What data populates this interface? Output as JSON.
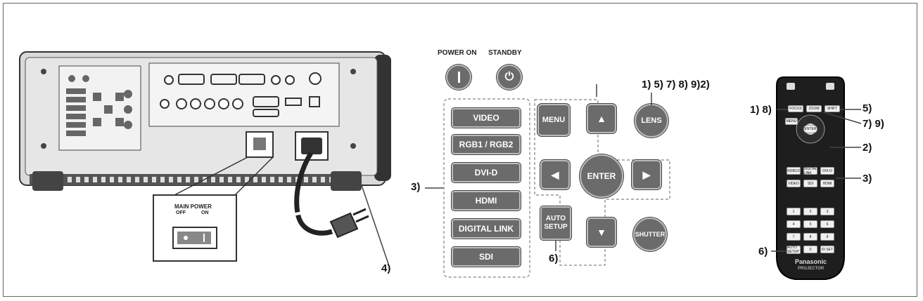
{
  "panel_buttons": {
    "power_on_label": "POWER ON",
    "standby_label": "STANDBY",
    "video": "VIDEO",
    "rgb": "RGB1 / RGB2",
    "dvid": "DVI-D",
    "hdmi": "HDMI",
    "digital_link": "DIGITAL LINK",
    "sdi": "SDI",
    "menu": "MENU",
    "enter": "ENTER",
    "lens": "LENS",
    "auto_setup": "AUTO\nSETUP",
    "shutter": "SHUTTER"
  },
  "main_power": {
    "title": "MAIN POWER",
    "off": "OFF",
    "on": "ON"
  },
  "callouts": {
    "c_lens": "1) 5) 7) 8) 9)2)",
    "c_inputs": "3)",
    "c_feet": "4)",
    "c_auto": "6)",
    "r_focus": "1) 8)",
    "r_shift": "5)",
    "r_zoom": "7) 9)",
    "r_enter": "2)",
    "r_inputs": "3)",
    "r_auto": "6)"
  },
  "remote": {
    "brand": "Panasonic",
    "sub": "PROJECTOR",
    "focus": "FOCUS",
    "zoom": "ZOOM",
    "shift": "SHIFT",
    "menu": "MENU",
    "enter": "ENTER",
    "rgb": "RGB1/2",
    "dl": "DIGITAL LINK",
    "dvid": "DVI-D",
    "video": "VIDEO",
    "sdi": "SDI",
    "hdmi": "HDMI",
    "auto": "AUTO SETUP",
    "idset": "ID SET",
    "keys": [
      "1",
      "2",
      "3",
      "4",
      "5",
      "6",
      "7",
      "8",
      "9",
      "0"
    ]
  }
}
